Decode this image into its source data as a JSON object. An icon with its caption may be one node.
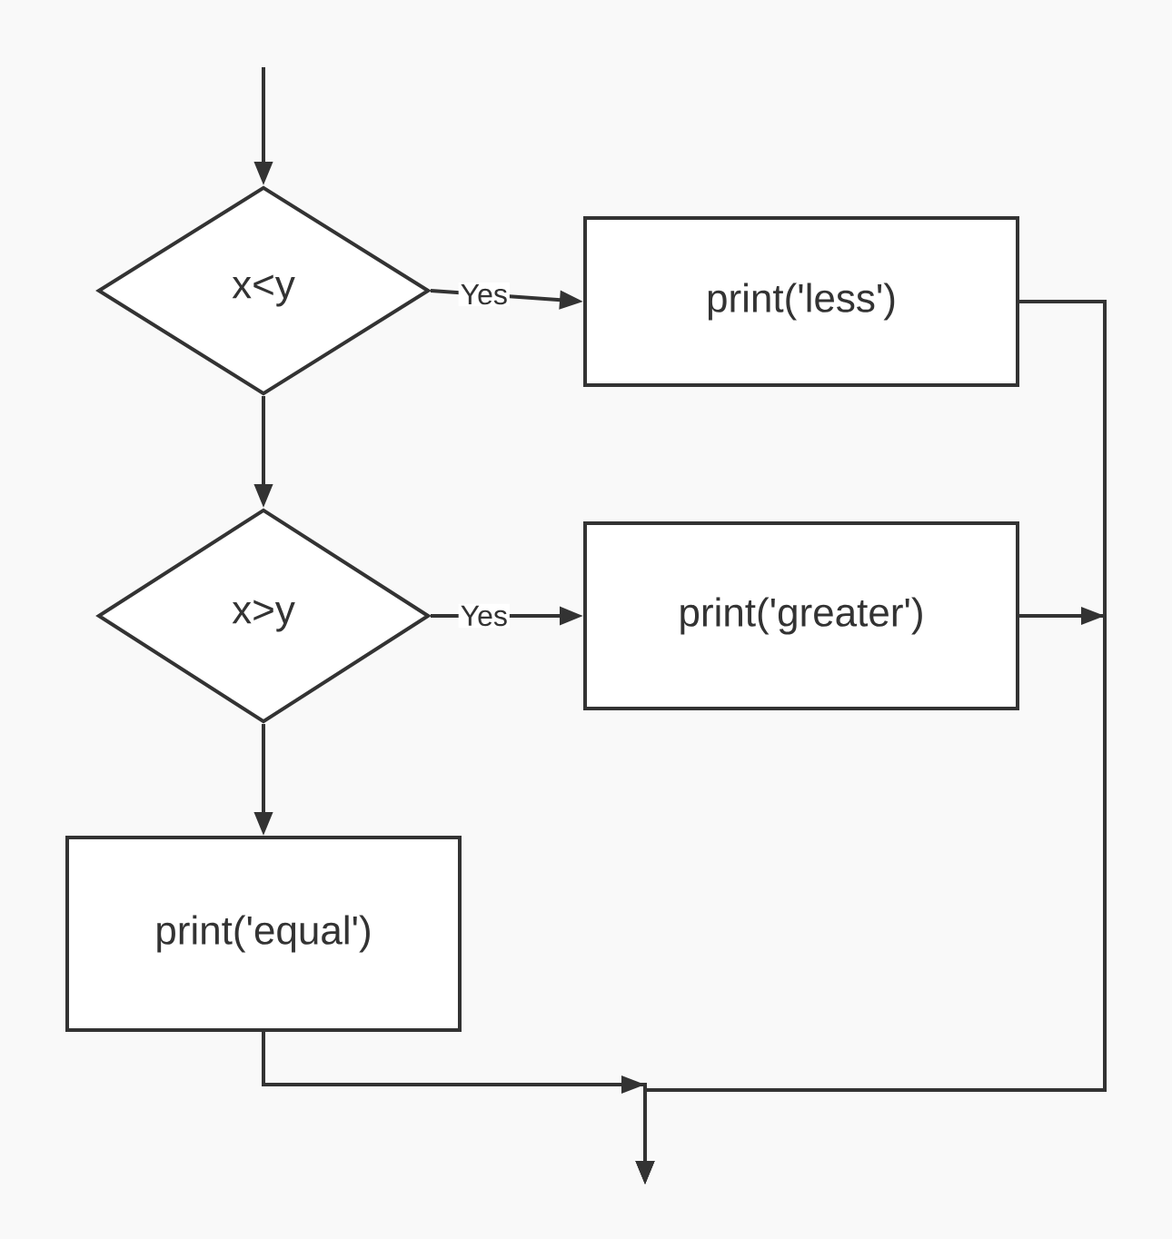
{
  "diagram": {
    "nodes": [
      {
        "text": [
          "x<y"
        ]
      },
      {
        "text": [
          "print('less')"
        ]
      },
      {
        "text": [
          "x>y"
        ]
      },
      {
        "text": [
          "print('greater')"
        ]
      },
      {
        "text": [
          "print('equal')"
        ]
      }
    ],
    "edges": [
      {
        "from": null,
        "to": 0,
        "arrow": "to"
      },
      {
        "from": 0,
        "to": 1,
        "arrow": "to",
        "label": "Yes"
      },
      {
        "from": 0,
        "to": 2,
        "arrow": "to"
      },
      {
        "from": 2,
        "to": 3,
        "arrow": "to",
        "label": "Yes"
      },
      {
        "from": 2,
        "to": 4,
        "arrow": "to"
      },
      {
        "from": 1,
        "to": null,
        "arrow": "to"
      },
      {
        "from": 3,
        "to": null,
        "arrow": "to"
      },
      {
        "from": 4,
        "to": null,
        "arrow": "to"
      }
    ]
  }
}
